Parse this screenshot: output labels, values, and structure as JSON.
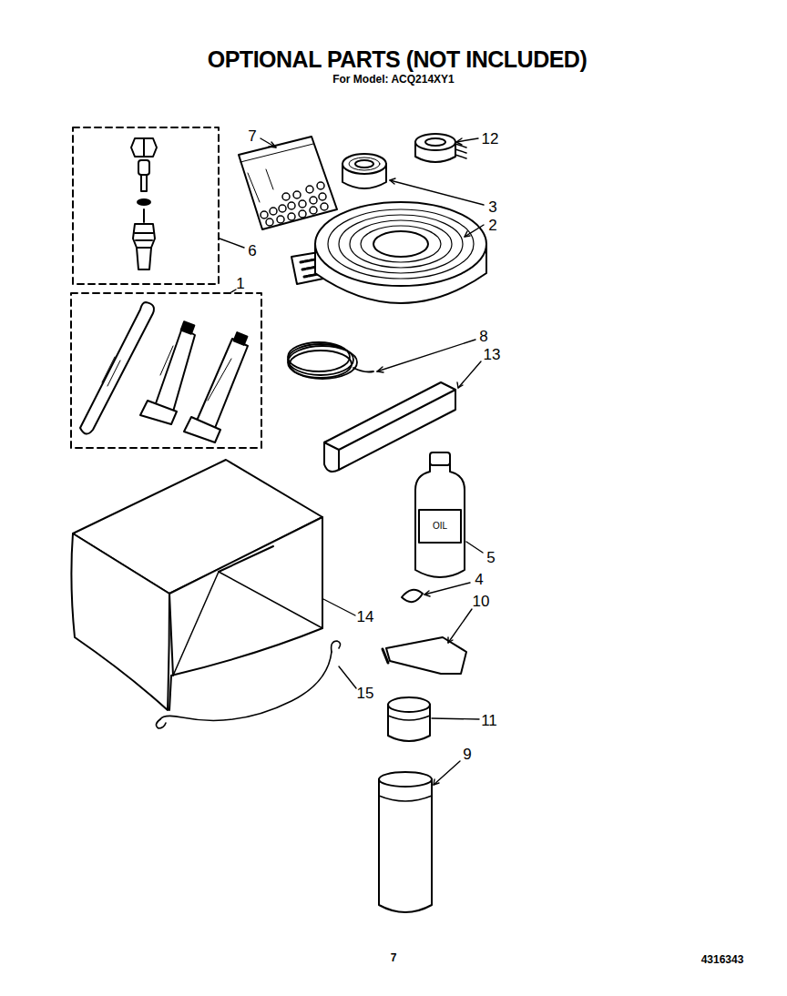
{
  "diagram": {
    "title": "OPTIONAL PARTS (NOT INCLUDED)",
    "labels": [
      "For Model: ACQ214XY1",
      "7",
      "12",
      "3",
      "2",
      "6",
      "1",
      "8",
      "13",
      "OIL",
      "5",
      "4",
      "10",
      "14",
      "15",
      "11",
      "9",
      "7",
      "4316343"
    ]
  }
}
